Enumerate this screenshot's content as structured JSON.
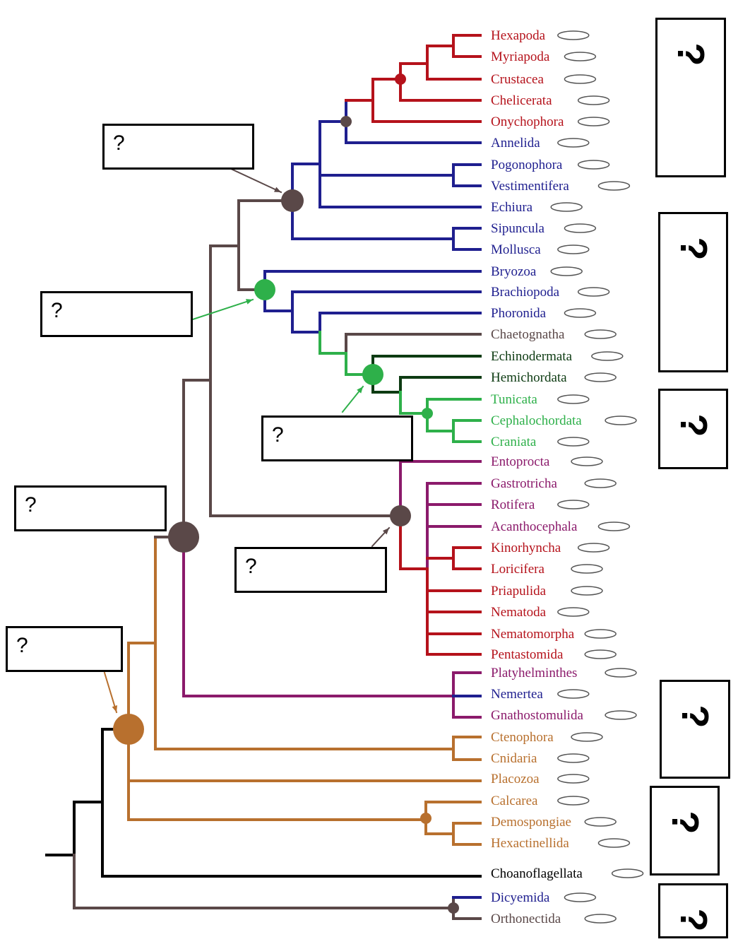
{
  "colors": {
    "red": "#b5121b",
    "blue": "#1f1f8f",
    "brown": "#5a4848",
    "green": "#2eb04a",
    "darkgreen": "#0d3b12",
    "purple": "#8b1a6b",
    "orange": "#b8702e",
    "black": "#000000"
  },
  "taxa": [
    {
      "name": "Hexapoda",
      "color": "red",
      "icon": "insect-icon"
    },
    {
      "name": "Myriapoda",
      "color": "red",
      "icon": "millipede-icon"
    },
    {
      "name": "Crustacea",
      "color": "red",
      "icon": "crab-icon"
    },
    {
      "name": "Chelicerata",
      "color": "red",
      "icon": "scorpion-icon"
    },
    {
      "name": "Onychophora",
      "color": "red",
      "icon": "velvet-worm-icon"
    },
    {
      "name": "Annelida",
      "color": "blue",
      "icon": "segmented-worm-icon"
    },
    {
      "name": "Pogonophora",
      "color": "blue",
      "icon": "beard-worm-icon"
    },
    {
      "name": "Vestimentifera",
      "color": "blue",
      "icon": "tube-worm-icon"
    },
    {
      "name": "Echiura",
      "color": "blue",
      "icon": "spoon-worm-icon"
    },
    {
      "name": "Sipuncula",
      "color": "blue",
      "icon": "peanut-worm-icon"
    },
    {
      "name": "Mollusca",
      "color": "blue",
      "icon": "snail-shell-icon"
    },
    {
      "name": "Bryozoa",
      "color": "blue",
      "icon": "moss-animal-icon"
    },
    {
      "name": "Brachiopoda",
      "color": "blue",
      "icon": "lamp-shell-icon"
    },
    {
      "name": "Phoronida",
      "color": "blue",
      "icon": "horseshoe-worm-icon"
    },
    {
      "name": "Chaetognatha",
      "color": "brown",
      "icon": "arrow-worm-icon"
    },
    {
      "name": "Echinodermata",
      "color": "darkgreen",
      "icon": "starfish-icon"
    },
    {
      "name": "Hemichordata",
      "color": "darkgreen",
      "icon": "acorn-worm-icon"
    },
    {
      "name": "Tunicata",
      "color": "green",
      "icon": "tunicate-icon"
    },
    {
      "name": "Cephalochordata",
      "color": "green",
      "icon": "lancelet-icon"
    },
    {
      "name": "Craniata",
      "color": "green",
      "icon": "lamprey-icon"
    },
    {
      "name": "Entoprocta",
      "color": "purple",
      "icon": "entoproct-icon"
    },
    {
      "name": "Gastrotricha",
      "color": "purple",
      "icon": "gastrotrich-icon"
    },
    {
      "name": "Rotifera",
      "color": "purple",
      "icon": "rotifer-icon"
    },
    {
      "name": "Acanthocephala",
      "color": "purple",
      "icon": "spiny-headed-worm-icon"
    },
    {
      "name": "Kinorhyncha",
      "color": "red",
      "icon": "mud-dragon-icon"
    },
    {
      "name": "Loricifera",
      "color": "red",
      "icon": "loriciferan-icon"
    },
    {
      "name": "Priapulida",
      "color": "red",
      "icon": "priapulid-icon"
    },
    {
      "name": "Nematoda",
      "color": "red",
      "icon": "roundworm-icon"
    },
    {
      "name": "Nematomorpha",
      "color": "red",
      "icon": "horsehair-worm-icon"
    },
    {
      "name": "Pentastomida",
      "color": "red",
      "icon": "tongue-worm-icon"
    },
    {
      "name": "Platyhelminthes",
      "color": "purple",
      "icon": "flatworm-icon"
    },
    {
      "name": "Nemertea",
      "color": "blue",
      "icon": "ribbon-worm-icon"
    },
    {
      "name": "Gnathostomulida",
      "color": "purple",
      "icon": "jaw-worm-icon"
    },
    {
      "name": "Ctenophora",
      "color": "orange",
      "icon": "comb-jelly-icon"
    },
    {
      "name": "Cnidaria",
      "color": "orange",
      "icon": "jellyfish-icon"
    },
    {
      "name": "Placozoa",
      "color": "orange",
      "icon": "placozoan-icon"
    },
    {
      "name": "Calcarea",
      "color": "orange",
      "icon": "calcareous-sponge-icon"
    },
    {
      "name": "Demospongiae",
      "color": "orange",
      "icon": "demosponge-icon"
    },
    {
      "name": "Hexactinellida",
      "color": "orange",
      "icon": "glass-sponge-icon"
    },
    {
      "name": "Choanoflagellata",
      "color": "black",
      "icon": "choanoflagellate-icon"
    },
    {
      "name": "Dicyemida",
      "color": "blue",
      "icon": "dicyemid-icon"
    },
    {
      "name": "Orthonectida",
      "color": "brown",
      "icon": "orthonectid-icon"
    }
  ],
  "question_boxes": [
    "?",
    "?",
    "?",
    "?",
    "?",
    "?"
  ],
  "side_question_boxes": [
    "?",
    "?",
    "?",
    "?",
    "?",
    "?"
  ]
}
